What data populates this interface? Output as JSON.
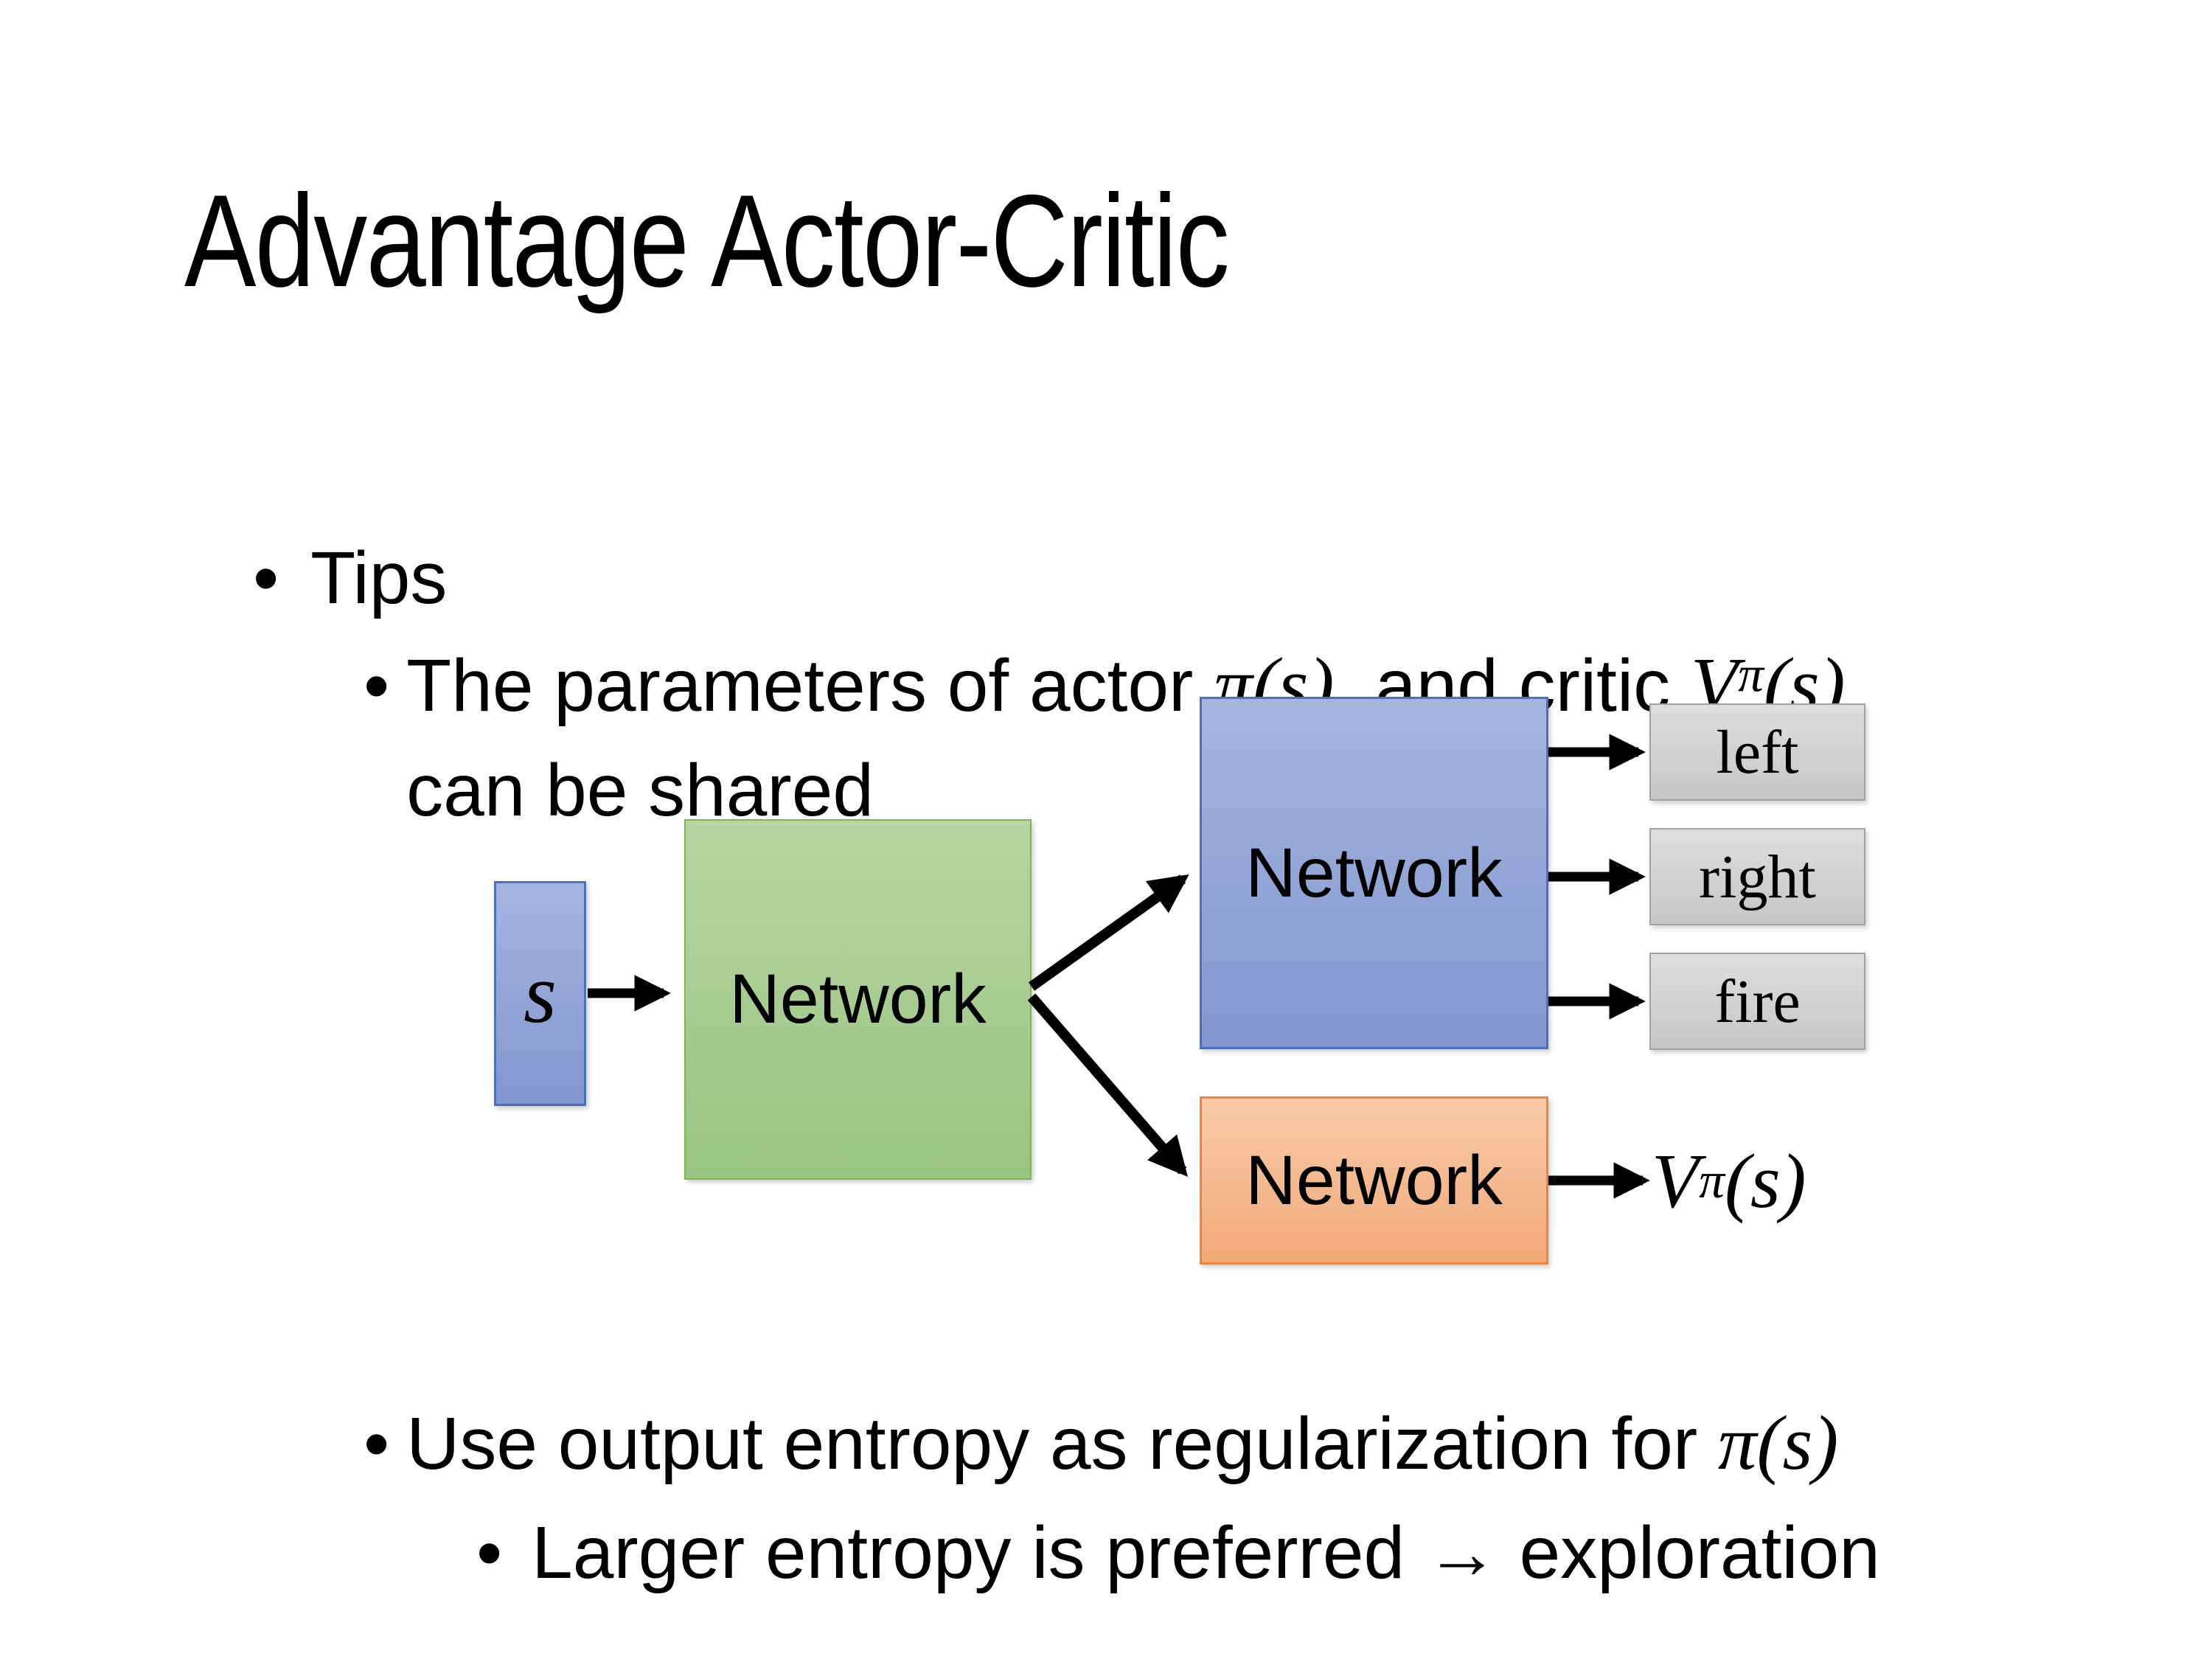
{
  "colors": {
    "background": "#ffffff",
    "text": "#000000",
    "arrow": "#000000",
    "blue_fill_top": "#a6b5df",
    "blue_fill_bottom": "#8197ce",
    "blue_border": "#4c6fc0",
    "green_fill_top": "#b6d5a3",
    "green_fill_bottom": "#9ac481",
    "green_border": "#7eb356",
    "orange_fill_top": "#f8cba8",
    "orange_fill_bottom": "#f0a97b",
    "orange_border": "#ea8440",
    "gray_fill_top": "#dedede",
    "gray_fill_bottom": "#c6c6c6",
    "gray_border": "#a2a2a2"
  },
  "title": "Advantage Actor-Critic",
  "bullet_char": "•",
  "bullets": {
    "tips": "Tips",
    "params_prefix": "The parameters of actor ",
    "actor_math": "π(s)",
    "params_mid": "  and critic ",
    "critic_base": "V",
    "critic_sup": "π",
    "critic_args": "(s)",
    "params_cont": "can be shared",
    "entropy_prefix": "Use output entropy as regularization for ",
    "entropy_math": "π(s)",
    "exploration": "Larger entropy is preferred → exploration"
  },
  "diagram": {
    "state_label": "s",
    "shared_network": "Network",
    "actor_network": "Network",
    "critic_network": "Network",
    "action_left": "left",
    "action_right": "right",
    "action_fire": "fire",
    "value_base": "V",
    "value_sup": "π",
    "value_args": "(s)"
  }
}
